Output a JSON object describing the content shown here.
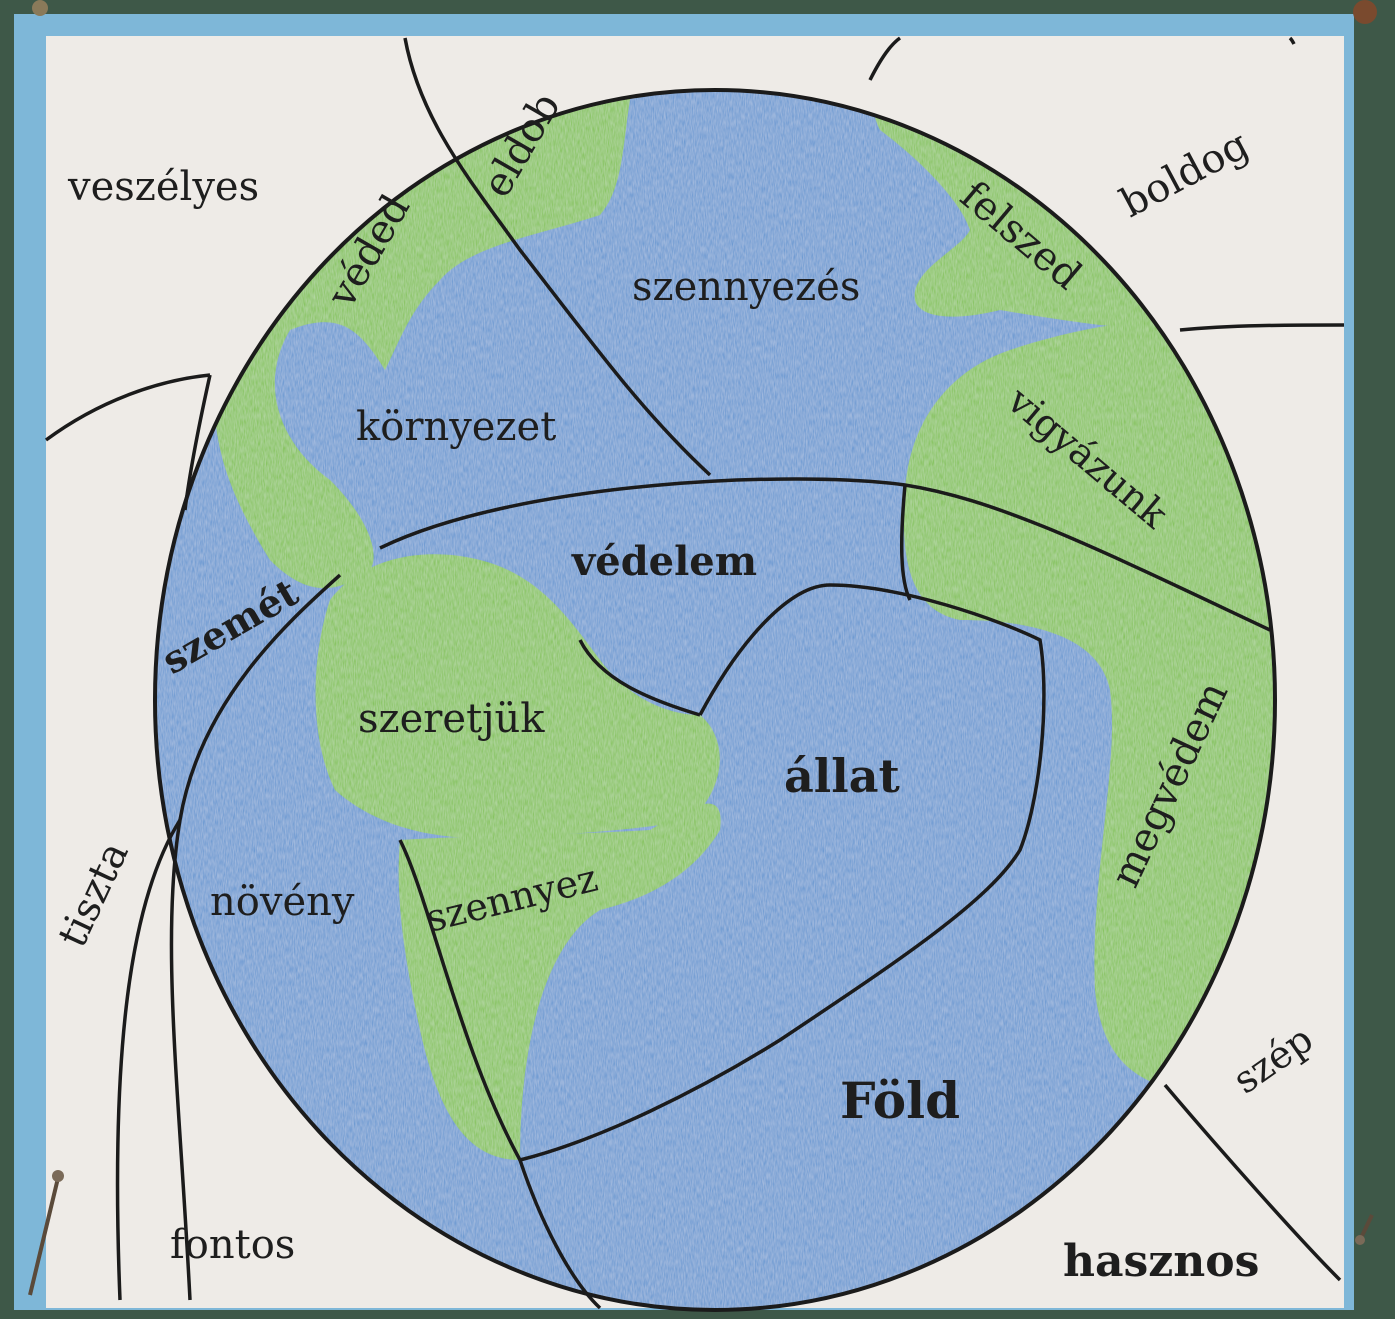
{
  "words": {
    "veszelyes": "veszélyes",
    "veded": "véded",
    "eldob": "eldob",
    "szennyezes": "szennyezés",
    "felszed": "felszed",
    "boldog": "boldog",
    "kornyezet": "környezet",
    "vigyazunk": "vigyázunk",
    "vedelem": "védelem",
    "szemet": "szemét",
    "szeretjuk": "szeretjük",
    "allat": "állat",
    "megvedem": "megvédem",
    "tiszta": "tiszta",
    "noveny": "növény",
    "szennyez": "szennyez",
    "szep": "szép",
    "fold": "Föld",
    "fontos": "fontos",
    "hasznos": "hasznos"
  },
  "colors": {
    "ocean": "#5b92cf",
    "land": "#7cc04a",
    "paper": "#e9e5df",
    "frame": "#7eb7d8",
    "outline": "#1b1b1b"
  },
  "icons": {
    "pin": "pin-icon"
  }
}
